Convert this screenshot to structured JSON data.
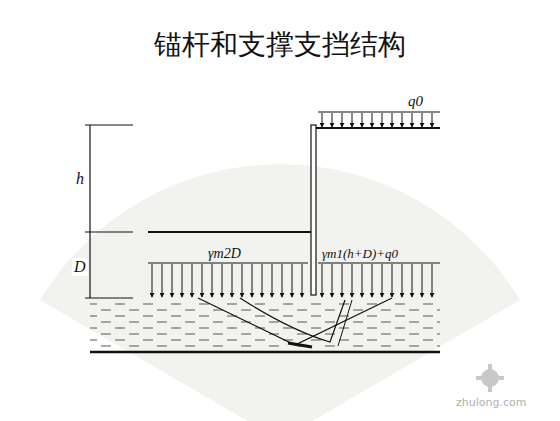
{
  "diagram": {
    "title": "锚杆和支撑支挡结构",
    "labels": [
      "q0",
      "h",
      "D",
      "γm2D",
      "γm1(h+D)+q0",
      "zhulong.com"
    ]
  }
}
